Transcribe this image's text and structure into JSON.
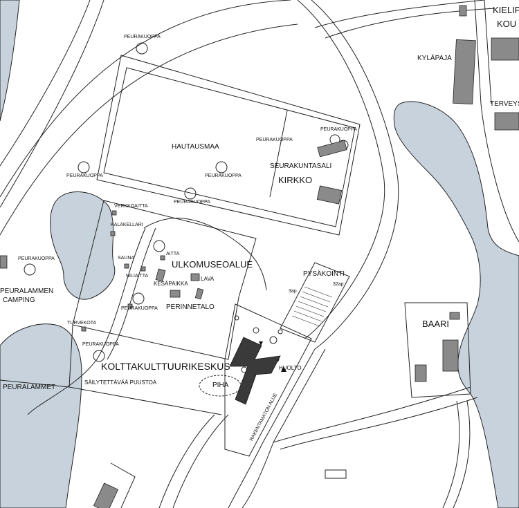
{
  "colors": {
    "water": "#c7d2dc",
    "building": "#8a8a8a",
    "main_building": "#3a3a3a",
    "line": "#222222"
  },
  "labels": {
    "kielip": "KIELIP",
    "kou": "KOU",
    "kylapaja": "KYLÄPAJA",
    "terveys": "TERVEYS",
    "hautausmaa": "HAUTAUSMAA",
    "seurakuntasali": "SEURAKUNTASALI",
    "kirkko": "KIRKKO",
    "verkkoaitta": "VERKKOAITTA",
    "kalakellari": "KALAKELLARI",
    "sauna": "SAUNA",
    "aitta": "AITTA",
    "ulkomuseoalue": "ULKOMUSEOALUE",
    "niliaitta": "NILIAITTA",
    "lava": "LAVA",
    "kesapaikka": "KESÄPAIKKA",
    "perinnetalo": "PERINNETALO",
    "pysakointi": "PYSÄKOINTI",
    "p3ap": "3ap",
    "p32ap": "32ap",
    "peuralammen": "PEURALAMMEN",
    "camping": "CAMPING",
    "turvekota": "TURVEKOTA",
    "kolttakulttuurikeskus": "KOLTTAKULTTUURIKESKUS",
    "sailytettava": "SÄILYTETTÄVÄÄ PUUSTOA",
    "piha": "PIHA",
    "huolto": "HUOLTO",
    "rakentamaton": "RAKENTAMATON ALUE",
    "baari": "BAARI",
    "peuralammet": "PEURALAMMET",
    "peurakuoppa": "PEURAKUOPPA"
  }
}
